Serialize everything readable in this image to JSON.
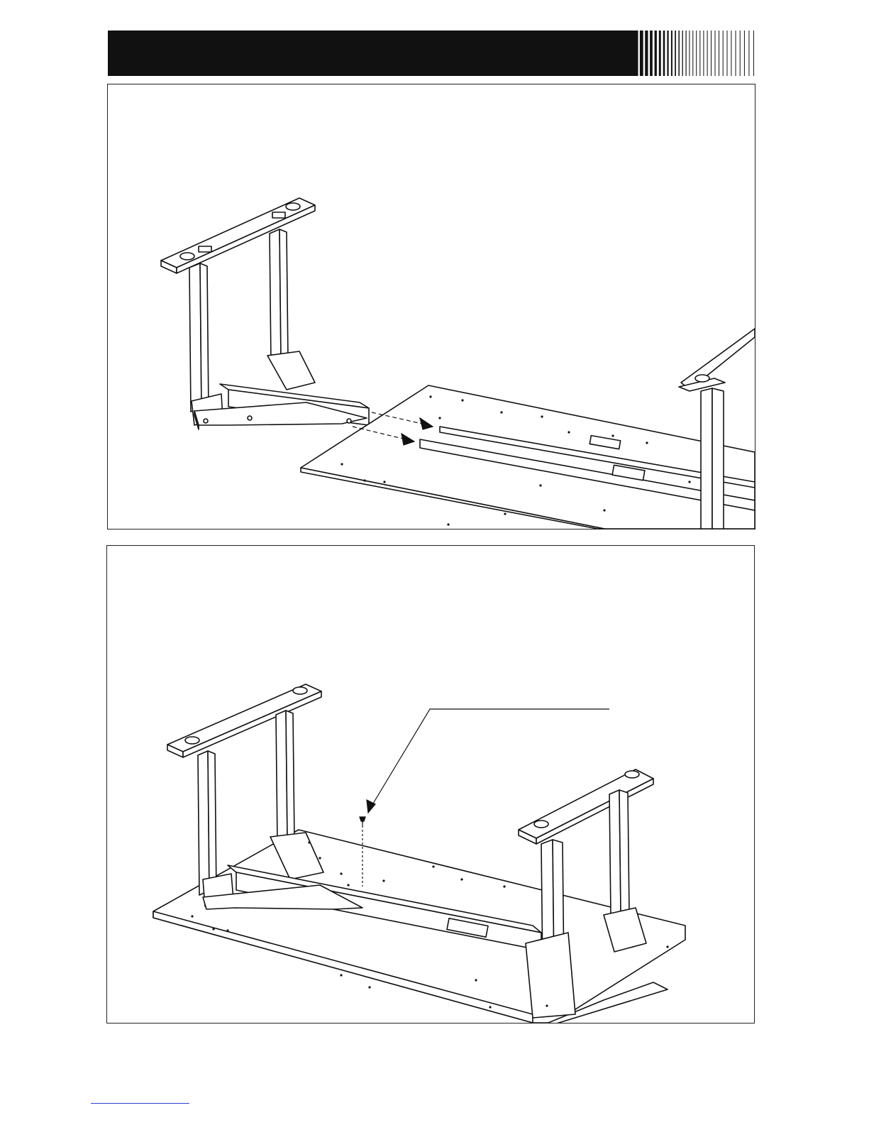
{
  "colors": {
    "ink": "#111111",
    "paper": "#ffffff",
    "footer_rule": "#2f3fd6"
  },
  "header": {
    "decor": "barcode-stripes"
  },
  "figures": [
    {
      "name": "step-slide-crossbar-into-frame",
      "icons": [
        "table-leg-frame",
        "tabletop",
        "insert-arrow"
      ]
    },
    {
      "name": "step-fasten-screw",
      "icons": [
        "assembled-frame",
        "tabletop",
        "screw",
        "leader-line"
      ]
    }
  ]
}
